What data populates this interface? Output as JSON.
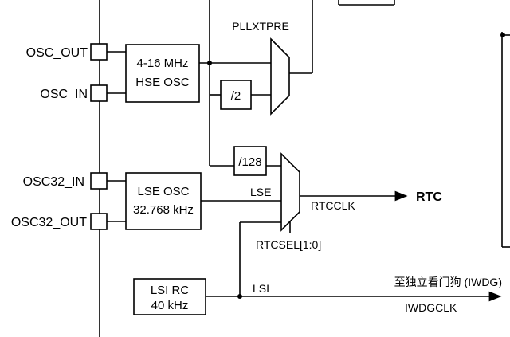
{
  "pins": {
    "osc_out": "OSC_OUT",
    "osc_in": "OSC_IN",
    "osc32_in": "OSC32_IN",
    "osc32_out": "OSC32_OUT"
  },
  "blocks": {
    "hse": {
      "line1": "4-16 MHz",
      "line2": "HSE OSC"
    },
    "lse": {
      "line1": "LSE OSC",
      "line2": "32.768 kHz"
    },
    "lsi": {
      "line1": "LSI RC",
      "line2": "40 kHz"
    },
    "div2": "/2",
    "div128": "/128"
  },
  "signals": {
    "pllxtpre": "PLLXTPRE",
    "lse": "LSE",
    "lsi": "LSI",
    "rtcclk": "RTCCLK",
    "rtc": "RTC",
    "rtcsel": "RTCSEL[1:0]",
    "iwdg": "至独立看门狗  (IWDG)",
    "iwdgclk": "IWDGCLK"
  }
}
